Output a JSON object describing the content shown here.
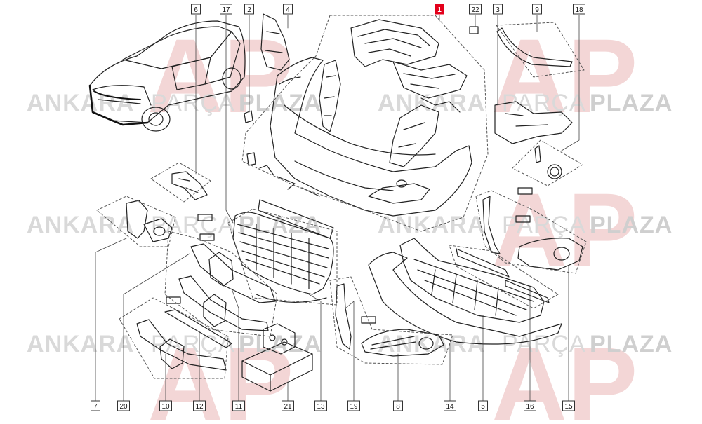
{
  "watermark": {
    "word_a": "ANKARA",
    "word_b": "PARÇA",
    "word_c": "PLAZA",
    "logo_letters": "AP",
    "text_color": "#d9d9d9",
    "strong_color": "#cfcfcf",
    "logo_color": "#f3d6d6"
  },
  "colors": {
    "line": "#222222",
    "label_border": "#333333",
    "highlight": "#e3001b"
  },
  "callouts": [
    {
      "id": "c6",
      "label": "6",
      "highlight": false
    },
    {
      "id": "c17",
      "label": "17",
      "highlight": false
    },
    {
      "id": "c2",
      "label": "2",
      "highlight": false
    },
    {
      "id": "c4",
      "label": "4",
      "highlight": false
    },
    {
      "id": "c1",
      "label": "1",
      "highlight": true
    },
    {
      "id": "c22",
      "label": "22",
      "highlight": false
    },
    {
      "id": "c3",
      "label": "3",
      "highlight": false
    },
    {
      "id": "c9",
      "label": "9",
      "highlight": false
    },
    {
      "id": "c18",
      "label": "18",
      "highlight": false
    },
    {
      "id": "c7",
      "label": "7",
      "highlight": false
    },
    {
      "id": "c20",
      "label": "20",
      "highlight": false
    },
    {
      "id": "c10",
      "label": "10",
      "highlight": false
    },
    {
      "id": "c12",
      "label": "12",
      "highlight": false
    },
    {
      "id": "c11",
      "label": "11",
      "highlight": false
    },
    {
      "id": "c21",
      "label": "21",
      "highlight": false
    },
    {
      "id": "c13",
      "label": "13",
      "highlight": false
    },
    {
      "id": "c19",
      "label": "19",
      "highlight": false
    },
    {
      "id": "c8",
      "label": "8",
      "highlight": false
    },
    {
      "id": "c14",
      "label": "14",
      "highlight": false
    },
    {
      "id": "c5",
      "label": "5",
      "highlight": false
    },
    {
      "id": "c16",
      "label": "16",
      "highlight": false
    },
    {
      "id": "c15",
      "label": "15",
      "highlight": false
    }
  ]
}
